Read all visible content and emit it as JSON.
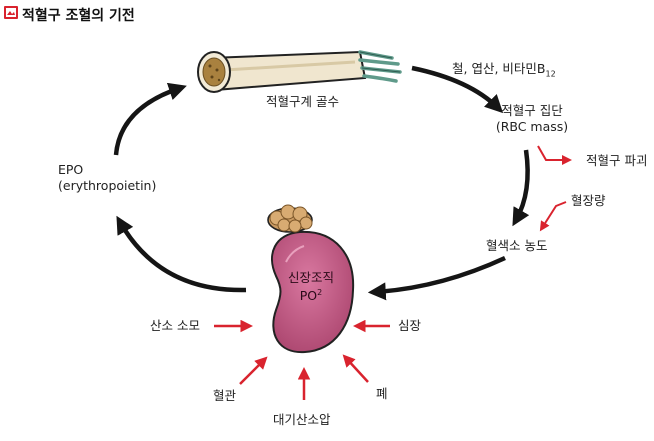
{
  "title": "적혈구 조혈의 기전",
  "nodes": {
    "bone_marrow": "적혈구계 골수",
    "nutrients": {
      "text": "철, 엽산, 비타민B",
      "subscript": "12"
    },
    "rbc_mass": {
      "line1": "적혈구 집단",
      "line2": "(RBC mass)"
    },
    "rbc_destruction": "적혈구 파괴",
    "blood_volume": "혈장량",
    "hemoglobin": "혈색소 농도",
    "kidney": {
      "line1": "신장조직",
      "line2": "PO",
      "superscript": "2"
    },
    "epo": {
      "line1": "EPO",
      "line2": "(erythropoietin)"
    },
    "o2_consumption": "산소 소모",
    "heart": "심장",
    "vessels": "혈관",
    "lung": "폐",
    "atm_o2": "대기산소압"
  },
  "colors": {
    "arrow_main": "#151515",
    "arrow_red": "#d9232e",
    "kidney": "#c55a86",
    "adrenal": "#c99a62",
    "bone": "#f2ead6",
    "marrow": "#a9813f",
    "vessel": "#5f9a8a"
  }
}
